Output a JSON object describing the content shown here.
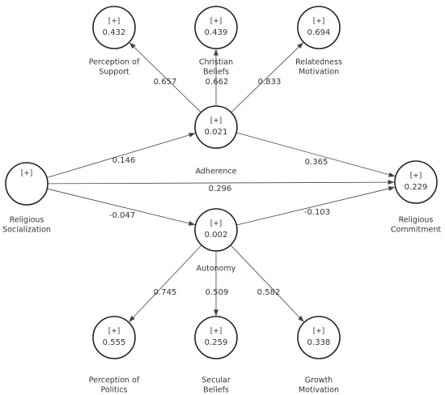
{
  "nodes": {
    "religious_socialization": {
      "tag": "[+]",
      "value": "",
      "label": [
        "Religious",
        "Socialization"
      ]
    },
    "adherence": {
      "tag": "[+]",
      "value": "0.021",
      "label": [
        "Adherence"
      ]
    },
    "autonomy": {
      "tag": "[+]",
      "value": "0.002",
      "label": [
        "Autonomy"
      ]
    },
    "religious_commitment": {
      "tag": "[+]",
      "value": "0.229",
      "label": [
        "Religious",
        "Commitment"
      ]
    },
    "perception_of_support": {
      "tag": "[+]",
      "value": "0.432",
      "label": [
        "Perception of",
        "Support"
      ]
    },
    "christian_beliefs": {
      "tag": "[+]",
      "value": "0.439",
      "label": [
        "Christian",
        "Beliefs"
      ]
    },
    "relatedness_motivation": {
      "tag": "[+]",
      "value": "0.694",
      "label": [
        "Relatedness",
        "Motivation"
      ]
    },
    "perception_of_politics": {
      "tag": "[+]",
      "value": "0.555",
      "label": [
        "Perception of",
        "Politics"
      ]
    },
    "secular_beliefs": {
      "tag": "[+]",
      "value": "0.259",
      "label": [
        "Secular",
        "Beliefs"
      ]
    },
    "growth_motivation": {
      "tag": "[+]",
      "value": "0.338",
      "label": [
        "Growth",
        "Motivation"
      ]
    }
  },
  "edges": {
    "socialization_to_adherence": "0.146",
    "socialization_to_commitment": "0.296",
    "socialization_to_autonomy": "-0.047",
    "adherence_to_commitment": "0.365",
    "autonomy_to_commitment": "-0.103",
    "adherence_to_perception_of_support": "0.657",
    "adherence_to_christian_beliefs": "0.662",
    "adherence_to_relatedness_motivation": "0.833",
    "autonomy_to_perception_of_politics": "0.745",
    "autonomy_to_secular_beliefs": "0.509",
    "autonomy_to_growth_motivation": "0.582"
  }
}
